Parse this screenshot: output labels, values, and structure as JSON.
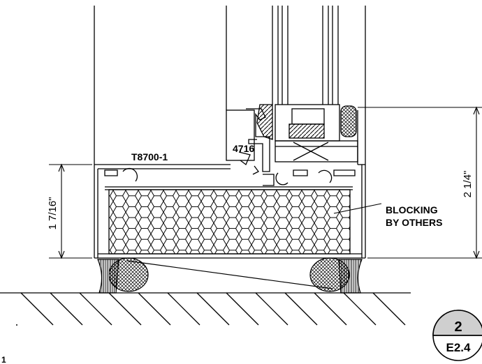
{
  "labels": {
    "part_frame": "T8700-1",
    "part_stop": "4716",
    "blocking_line1": "BLOCKING",
    "blocking_line2": "BY OTHERS"
  },
  "dimensions": {
    "left_height": "1 7/16\"",
    "right_height": "2 1/4\""
  },
  "callout": {
    "detail_number": "2",
    "sheet_ref": "E2.4"
  },
  "page_marker": "1"
}
